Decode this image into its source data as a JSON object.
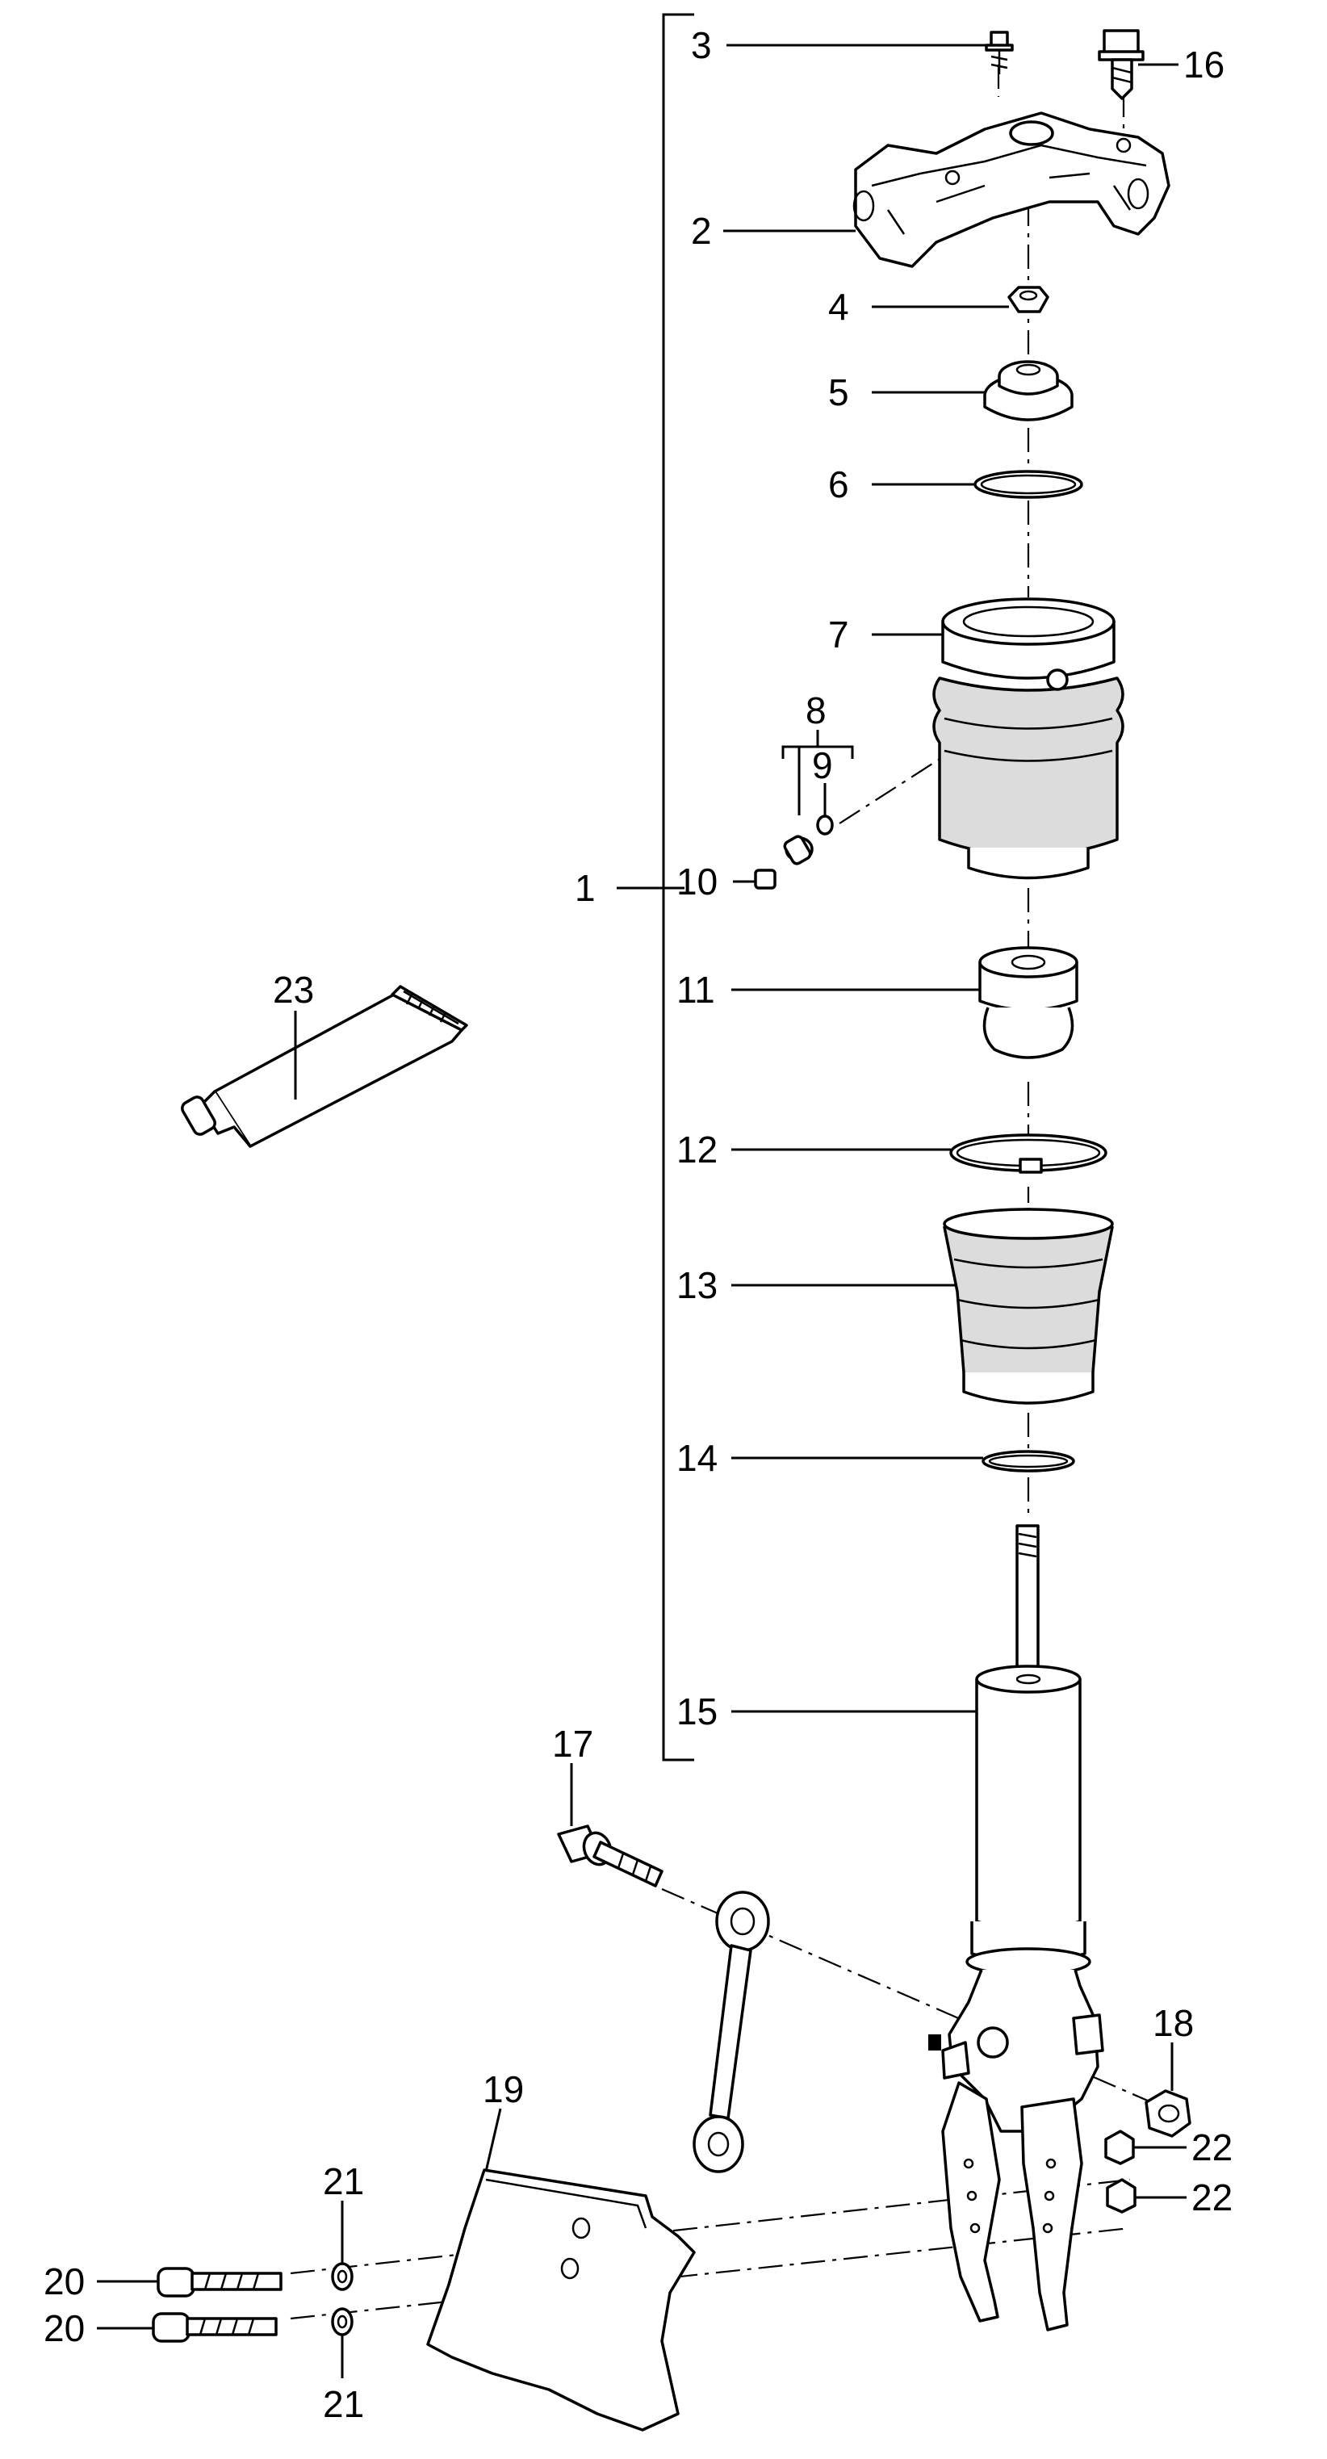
{
  "labels": {
    "l1": "1",
    "l2": "2",
    "l3": "3",
    "l4": "4",
    "l5": "5",
    "l6": "6",
    "l7": "7",
    "l8": "8",
    "l9": "9",
    "l10": "10",
    "l11": "11",
    "l12": "12",
    "l13": "13",
    "l14": "14",
    "l15": "15",
    "l16": "16",
    "l17": "17",
    "l18": "18",
    "l19": "19",
    "l20a": "20",
    "l20b": "20",
    "l21a": "21",
    "l21b": "21",
    "l22a": "22",
    "l22b": "22",
    "l23": "23"
  }
}
